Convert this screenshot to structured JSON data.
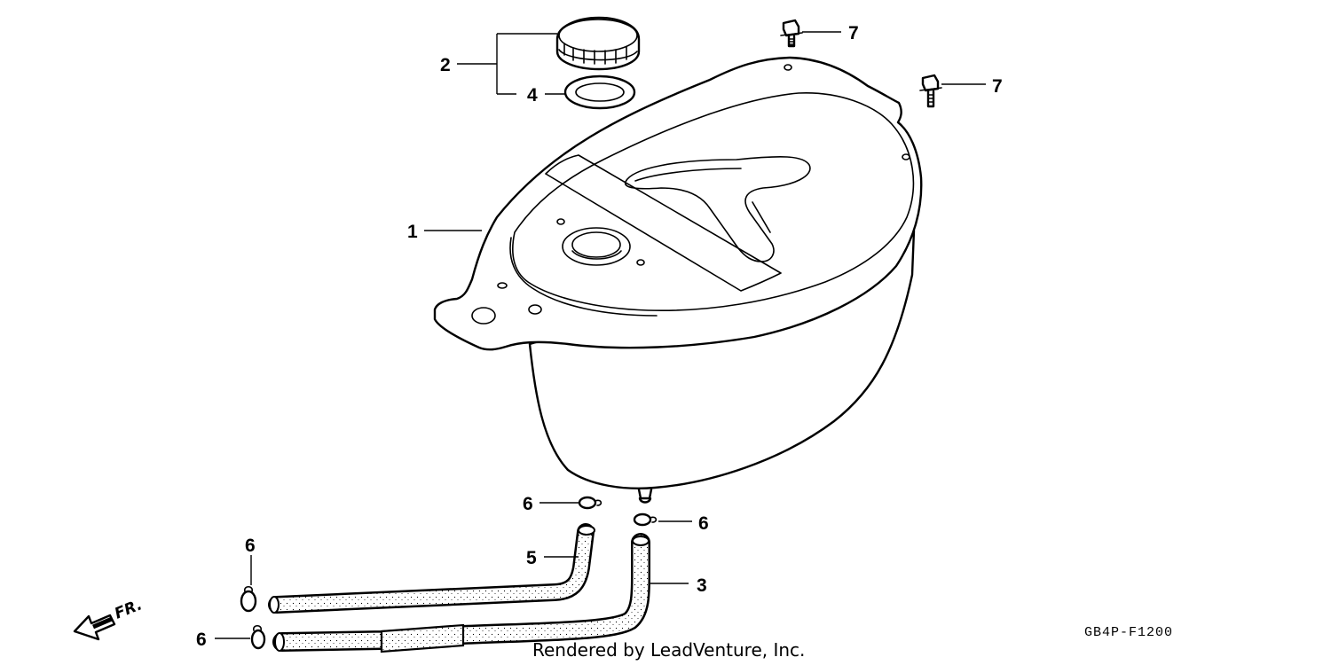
{
  "diagram": {
    "drawing_code": "GB4P-F1200",
    "credit": "Rendered by LeadVenture, Inc.",
    "direction_label": "FR.",
    "callouts": [
      {
        "key": "c1",
        "label": "1",
        "part": "fuel tank"
      },
      {
        "key": "c2",
        "label": "2",
        "part": "filler cap assembly"
      },
      {
        "key": "c4",
        "label": "4",
        "part": "cap gasket"
      },
      {
        "key": "c7a",
        "label": "7",
        "part": "bolt"
      },
      {
        "key": "c7b",
        "label": "7",
        "part": "bolt"
      },
      {
        "key": "c6a",
        "label": "6",
        "part": "hose clip"
      },
      {
        "key": "c6b",
        "label": "6",
        "part": "hose clip"
      },
      {
        "key": "c6c",
        "label": "6",
        "part": "hose clip"
      },
      {
        "key": "c6d",
        "label": "6",
        "part": "hose clip"
      },
      {
        "key": "c5",
        "label": "5",
        "part": "fuel tube"
      },
      {
        "key": "c3",
        "label": "3",
        "part": "fuel tube"
      }
    ]
  }
}
